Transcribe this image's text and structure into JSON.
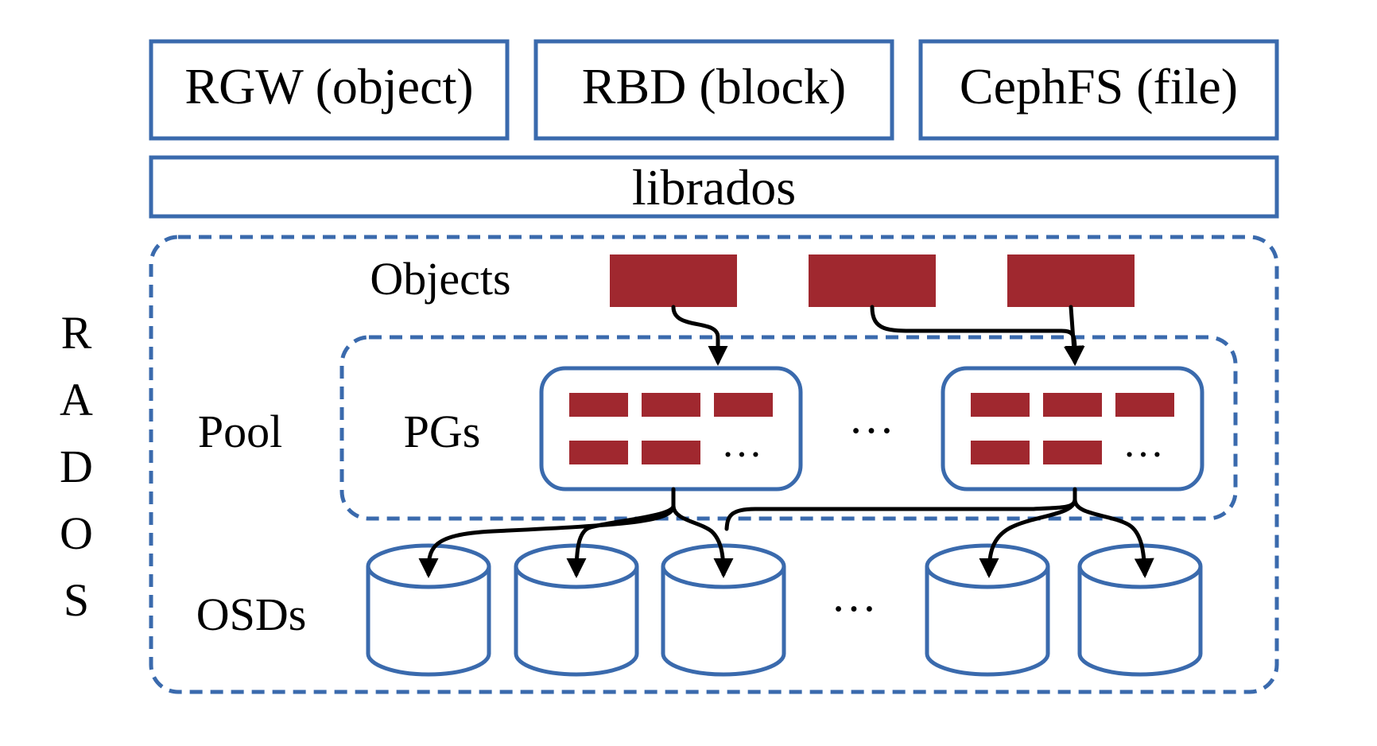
{
  "top_boxes": [
    {
      "label": "RGW (object)"
    },
    {
      "label": "RBD (block)"
    },
    {
      "label": "CephFS (file)"
    }
  ],
  "librados_label": "librados",
  "rados_label": [
    "R",
    "A",
    "D",
    "O",
    "S"
  ],
  "objects_label": "Objects",
  "pool_label": "Pool",
  "pgs_label": "PGs",
  "osds_label": "OSDs",
  "ellipsis": "…",
  "colors": {
    "blue": "#3a6aad",
    "red": "#a0282f",
    "arrow": "#000000"
  }
}
